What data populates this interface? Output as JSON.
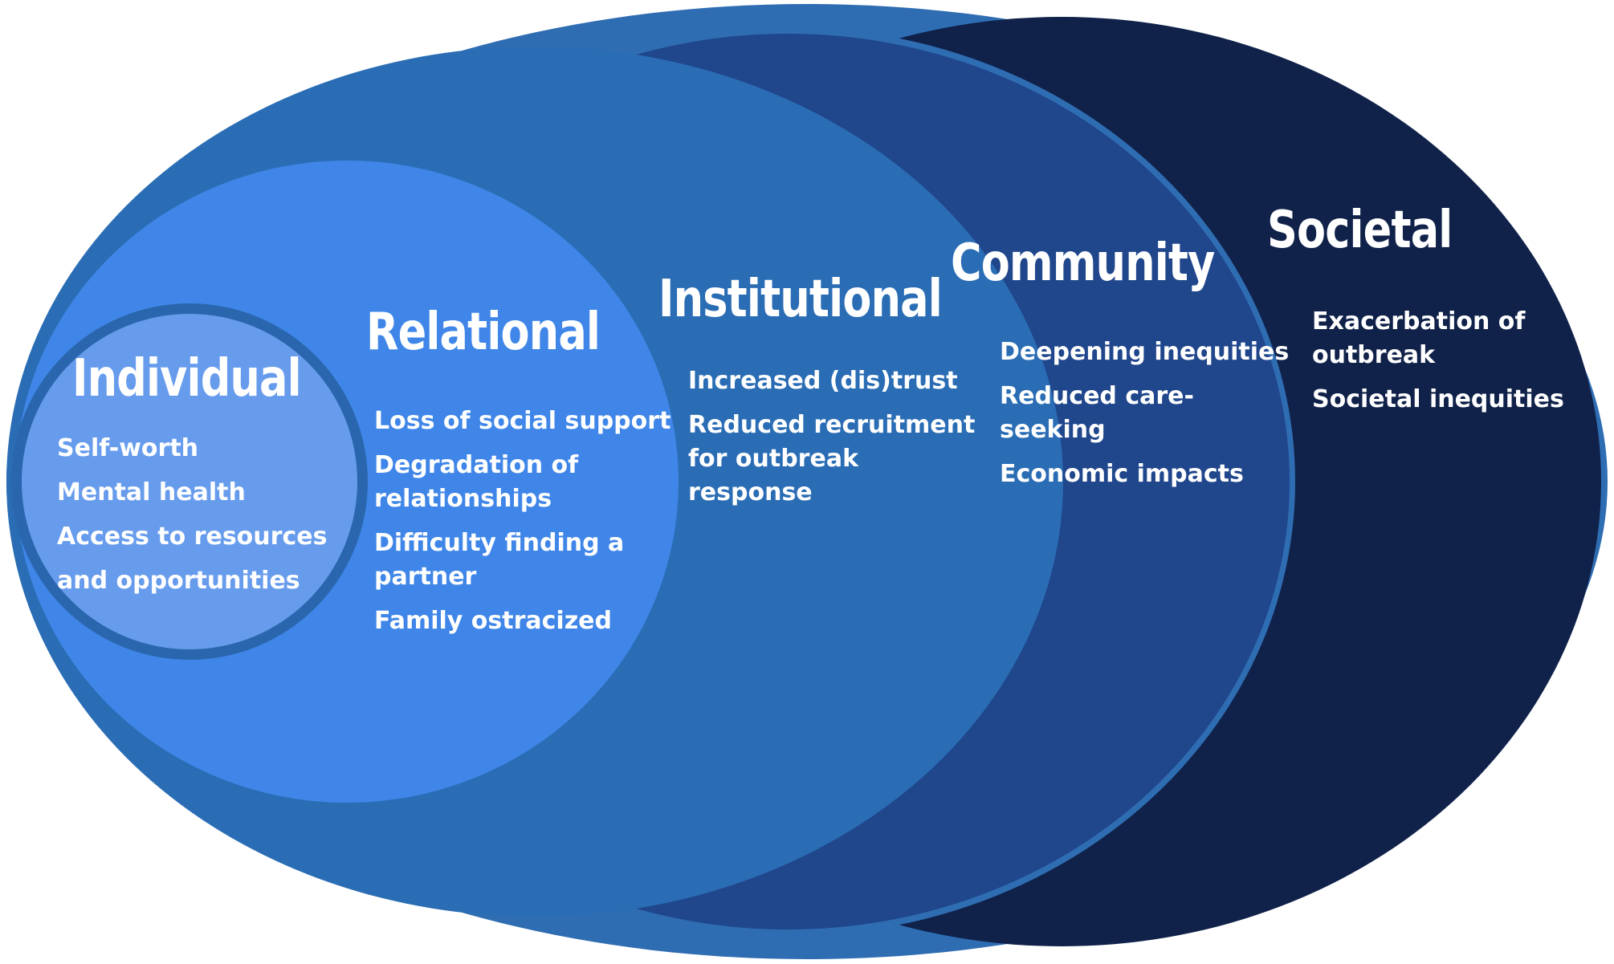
{
  "colors": {
    "outer_ring": "#2f6db3",
    "societal_fill": "#10224a",
    "community_fill": "#20468c",
    "institutional_fill": "#2a6db5",
    "relational_fill": "#3f86e8",
    "individual_fill": "#679ced",
    "individual_ring": "#2a66ad",
    "text": "#ffffff"
  },
  "levels": {
    "individual": {
      "title": "Individual",
      "items": [
        "Self-worth",
        "Mental health",
        "Access to resources",
        "and opportunities"
      ]
    },
    "relational": {
      "title": "Relational",
      "items": [
        "Loss of social support",
        "Degradation of\nrelationships",
        "Difficulty finding a\npartner",
        "Family ostracized"
      ]
    },
    "institutional": {
      "title": "Institutional",
      "items": [
        "Increased (dis)trust",
        "Reduced recruitment\nfor outbreak\nresponse"
      ]
    },
    "community": {
      "title": "Community",
      "items": [
        "Deepening inequities",
        "Reduced care-\nseeking",
        "Economic impacts"
      ]
    },
    "societal": {
      "title": "Societal",
      "items": [
        "Exacerbation of\noutbreak",
        "Societal inequities"
      ]
    }
  }
}
